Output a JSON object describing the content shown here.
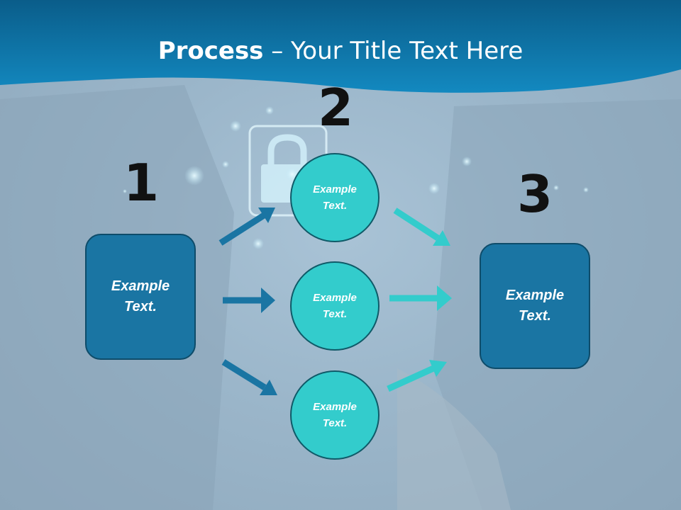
{
  "slide": {
    "title_bold": "Process",
    "title_rest": " – Your Title Text Here"
  },
  "steps": {
    "one": {
      "number": "1",
      "text": "Example Text."
    },
    "two": {
      "number": "2",
      "items": [
        "Example Text.",
        "Example Text.",
        "Example Text."
      ]
    },
    "three": {
      "number": "3",
      "text": "Example Text."
    }
  },
  "colors": {
    "header": "#0f74a8",
    "box_fill": "#1a75a3",
    "circle_fill": "#33cccc",
    "arrow_dark": "#1a75a3",
    "arrow_light": "#33cccc"
  },
  "icons": [
    "padlock-icon"
  ]
}
